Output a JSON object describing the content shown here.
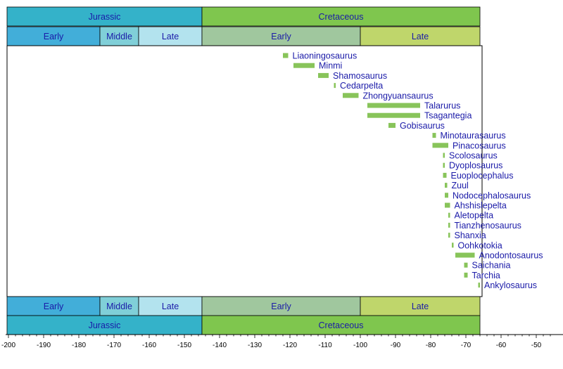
{
  "chart_data": {
    "type": "bar",
    "orientation": "horizontal",
    "x_axis": {
      "range": [
        -200,
        -45
      ],
      "tick_labels": [
        "-200",
        "-190",
        "-180",
        "-170",
        "-160",
        "-150",
        "-140",
        "-130",
        "-120",
        "-110",
        "-100",
        "-90",
        "-80",
        "-70",
        "-60",
        "-50"
      ]
    },
    "bar_color": "#88c45a",
    "periods": [
      {
        "name": "Jurassic",
        "start": -201,
        "end": -145,
        "color": "#34b2c9"
      },
      {
        "name": "Cretaceous",
        "start": -145,
        "end": -66,
        "color": "#7fc64e"
      }
    ],
    "epochs": [
      {
        "name": "Early",
        "start": -201,
        "end": -174,
        "color": "#42aed9"
      },
      {
        "name": "Middle",
        "start": -174,
        "end": -163,
        "color": "#80cfd8"
      },
      {
        "name": "Late",
        "start": -163,
        "end": -145,
        "color": "#b3e3ee"
      },
      {
        "name": "Early",
        "start": -145,
        "end": -100,
        "color": "#a0c79e"
      },
      {
        "name": "Late",
        "start": -100,
        "end": -66,
        "color": "#bfd66b"
      }
    ],
    "taxa": [
      {
        "name": "Liaoningosaurus",
        "start": -122,
        "end": -120.5
      },
      {
        "name": "Minmi",
        "start": -119,
        "end": -113
      },
      {
        "name": "Shamosaurus",
        "start": -112,
        "end": -109
      },
      {
        "name": "Cedarpelta",
        "start": -107.5,
        "end": -107
      },
      {
        "name": "Zhongyuansaurus",
        "start": -105,
        "end": -100.5
      },
      {
        "name": "Talarurus",
        "start": -98,
        "end": -83
      },
      {
        "name": "Tsagantegia",
        "start": -98,
        "end": -83
      },
      {
        "name": "Gobisaurus",
        "start": -92,
        "end": -90
      },
      {
        "name": "Minotaurasaurus",
        "start": -79.5,
        "end": -78.5
      },
      {
        "name": "Pinacosaurus",
        "start": -79.5,
        "end": -75
      },
      {
        "name": "Scolosaurus",
        "start": -76.5,
        "end": -76
      },
      {
        "name": "Dyoplosaurus",
        "start": -76.5,
        "end": -76
      },
      {
        "name": "Euoplocephalus",
        "start": -76.5,
        "end": -75.5
      },
      {
        "name": "Zuul",
        "start": -76,
        "end": -75.3
      },
      {
        "name": "Nodocephalosaurus",
        "start": -76,
        "end": -75
      },
      {
        "name": "Ahshislepelta",
        "start": -76,
        "end": -74.5
      },
      {
        "name": "Aletopelta",
        "start": -75,
        "end": -74.5
      },
      {
        "name": "Tianzhenosaurus",
        "start": -75,
        "end": -74.5
      },
      {
        "name": "Shanxia",
        "start": -75,
        "end": -74.5
      },
      {
        "name": "Oohkotokia",
        "start": -74,
        "end": -73.5
      },
      {
        "name": "Anodontosaurus",
        "start": -73,
        "end": -67.5
      },
      {
        "name": "Saichania",
        "start": -70.5,
        "end": -69.5
      },
      {
        "name": "Tarchia",
        "start": -70.5,
        "end": -69.5
      },
      {
        "name": "Ankylosaurus",
        "start": -66.5,
        "end": -66
      }
    ]
  }
}
